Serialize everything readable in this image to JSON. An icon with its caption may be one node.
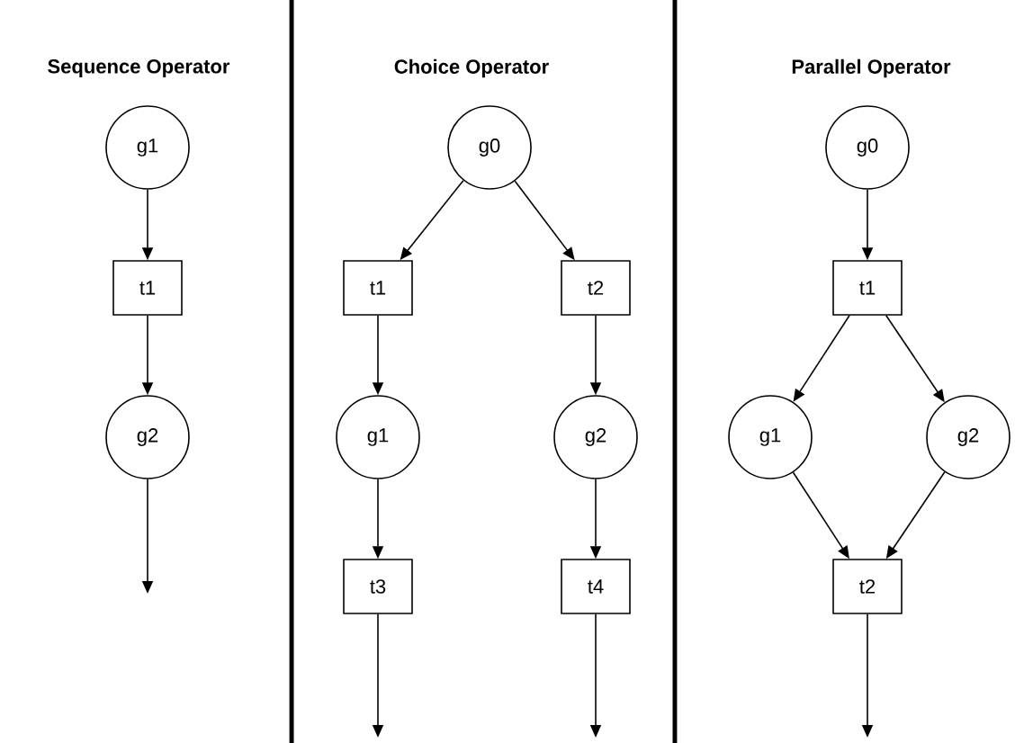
{
  "diagram": {
    "nodes": [
      {
        "text": [
          "g1"
        ]
      },
      {
        "text": [
          "t1"
        ]
      },
      {
        "text": [
          "g2"
        ]
      },
      {
        "text": [
          "g0"
        ]
      },
      {
        "text": [
          "t1"
        ]
      },
      {
        "text": [
          "t2"
        ]
      },
      {
        "text": [
          "g1"
        ]
      },
      {
        "text": [
          "g2"
        ]
      },
      {
        "text": [
          "t3"
        ]
      },
      {
        "text": [
          "t4"
        ]
      },
      {
        "text": [
          "g0"
        ]
      },
      {
        "text": [
          "t1"
        ]
      },
      {
        "text": [
          "g1"
        ]
      },
      {
        "text": [
          "g2"
        ]
      },
      {
        "text": [
          "t2"
        ]
      }
    ],
    "edges": [
      {
        "from": 0,
        "to": 1,
        "arrow": "to"
      },
      {
        "from": 1,
        "to": 2,
        "arrow": "to"
      },
      {
        "from": 2,
        "to": null,
        "arrow": "to"
      },
      {
        "from": 3,
        "to": 4,
        "arrow": "to"
      },
      {
        "from": 3,
        "to": 5,
        "arrow": "to"
      },
      {
        "from": 4,
        "to": 6,
        "arrow": "to"
      },
      {
        "from": 5,
        "to": 7,
        "arrow": "to"
      },
      {
        "from": 6,
        "to": 8,
        "arrow": "to"
      },
      {
        "from": 7,
        "to": 9,
        "arrow": "to"
      },
      {
        "from": 8,
        "to": null,
        "arrow": "to"
      },
      {
        "from": 9,
        "to": null,
        "arrow": "to"
      },
      {
        "from": 10,
        "to": 11,
        "arrow": "to"
      },
      {
        "from": 11,
        "to": 12,
        "arrow": "to"
      },
      {
        "from": 11,
        "to": 13,
        "arrow": "to"
      },
      {
        "from": 12,
        "to": 14,
        "arrow": "to"
      },
      {
        "from": 13,
        "to": 14,
        "arrow": "to"
      },
      {
        "from": 14,
        "to": null,
        "arrow": "to"
      }
    ],
    "labels": [
      "Sequence Operator",
      "Choice Operator",
      "Parallel Operator"
    ]
  }
}
